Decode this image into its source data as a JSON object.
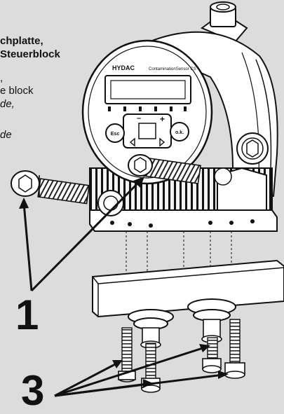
{
  "caption": {
    "line1": "chplatte,",
    "line2": "Steuerblock",
    "line3": ",",
    "line4": "e block",
    "line5": "de,",
    "line6": "de"
  },
  "callouts": {
    "one": "1",
    "three": "3"
  },
  "device": {
    "brand": "HYDAC",
    "model": "ContaminationSensor CS",
    "keys": {
      "esc": "Esc",
      "ok": "o.k.",
      "minus": "–",
      "plus": "+"
    }
  }
}
